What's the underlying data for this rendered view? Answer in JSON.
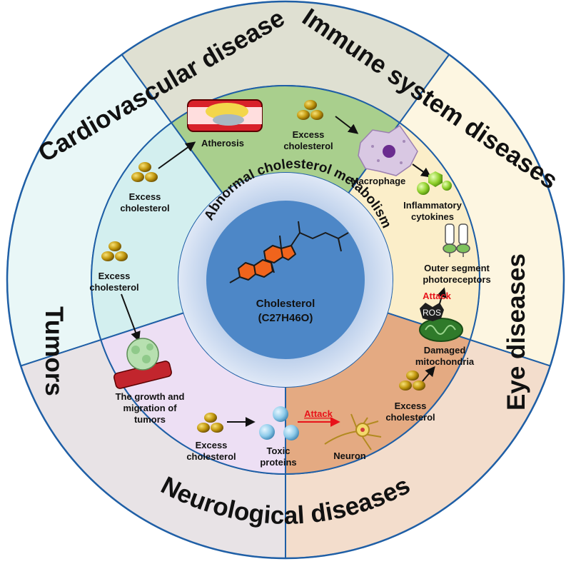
{
  "center": {
    "ring_title": "Abnormal cholesterol metabolism",
    "molecule_name": "Cholesterol",
    "molecule_formula": "(C27H46O)"
  },
  "sectors": {
    "cardiovascular": {
      "title": "Cardiovascular disease",
      "cause": [
        "Excess",
        "cholesterol"
      ],
      "result": "Atherosis",
      "color": "#a9cf8d"
    },
    "immune": {
      "title": "Immune system  diseases",
      "cause": [
        "Excess",
        "cholesterol"
      ],
      "cell": "Macrophage",
      "result": [
        "Inflammatory",
        "cytokines"
      ],
      "color": "#fbeec9"
    },
    "eye": {
      "title": "Eye diseases",
      "cause": [
        "Excess",
        "cholesterol"
      ],
      "organelle": [
        "Damaged",
        "mitochondria"
      ],
      "ros": "ROS",
      "attack": "Attack",
      "result": [
        "Outer segment",
        "photoreceptors"
      ],
      "color": "#e4aa82"
    },
    "neuro": {
      "title": "Neurological diseases",
      "cause": [
        "Excess",
        "cholesterol"
      ],
      "agent": [
        "Toxic",
        "proteins"
      ],
      "attack": "Attack",
      "result": "Neuron",
      "color": "#eddff4"
    },
    "tumors": {
      "title": "Tumors",
      "cause": [
        "Excess",
        "cholesterol"
      ],
      "result": [
        "The growth and",
        "migration of",
        "tumors"
      ],
      "color": "#d3efef"
    }
  },
  "colors": {
    "divider": "#1f5fa6",
    "core": "#4d87c7",
    "ring_inner": "#c7d7ee",
    "arrow": "#111111",
    "attack": "#e8131a",
    "cholesterol_ball": "#c49a10",
    "ring_molecule": "#f0641c"
  }
}
